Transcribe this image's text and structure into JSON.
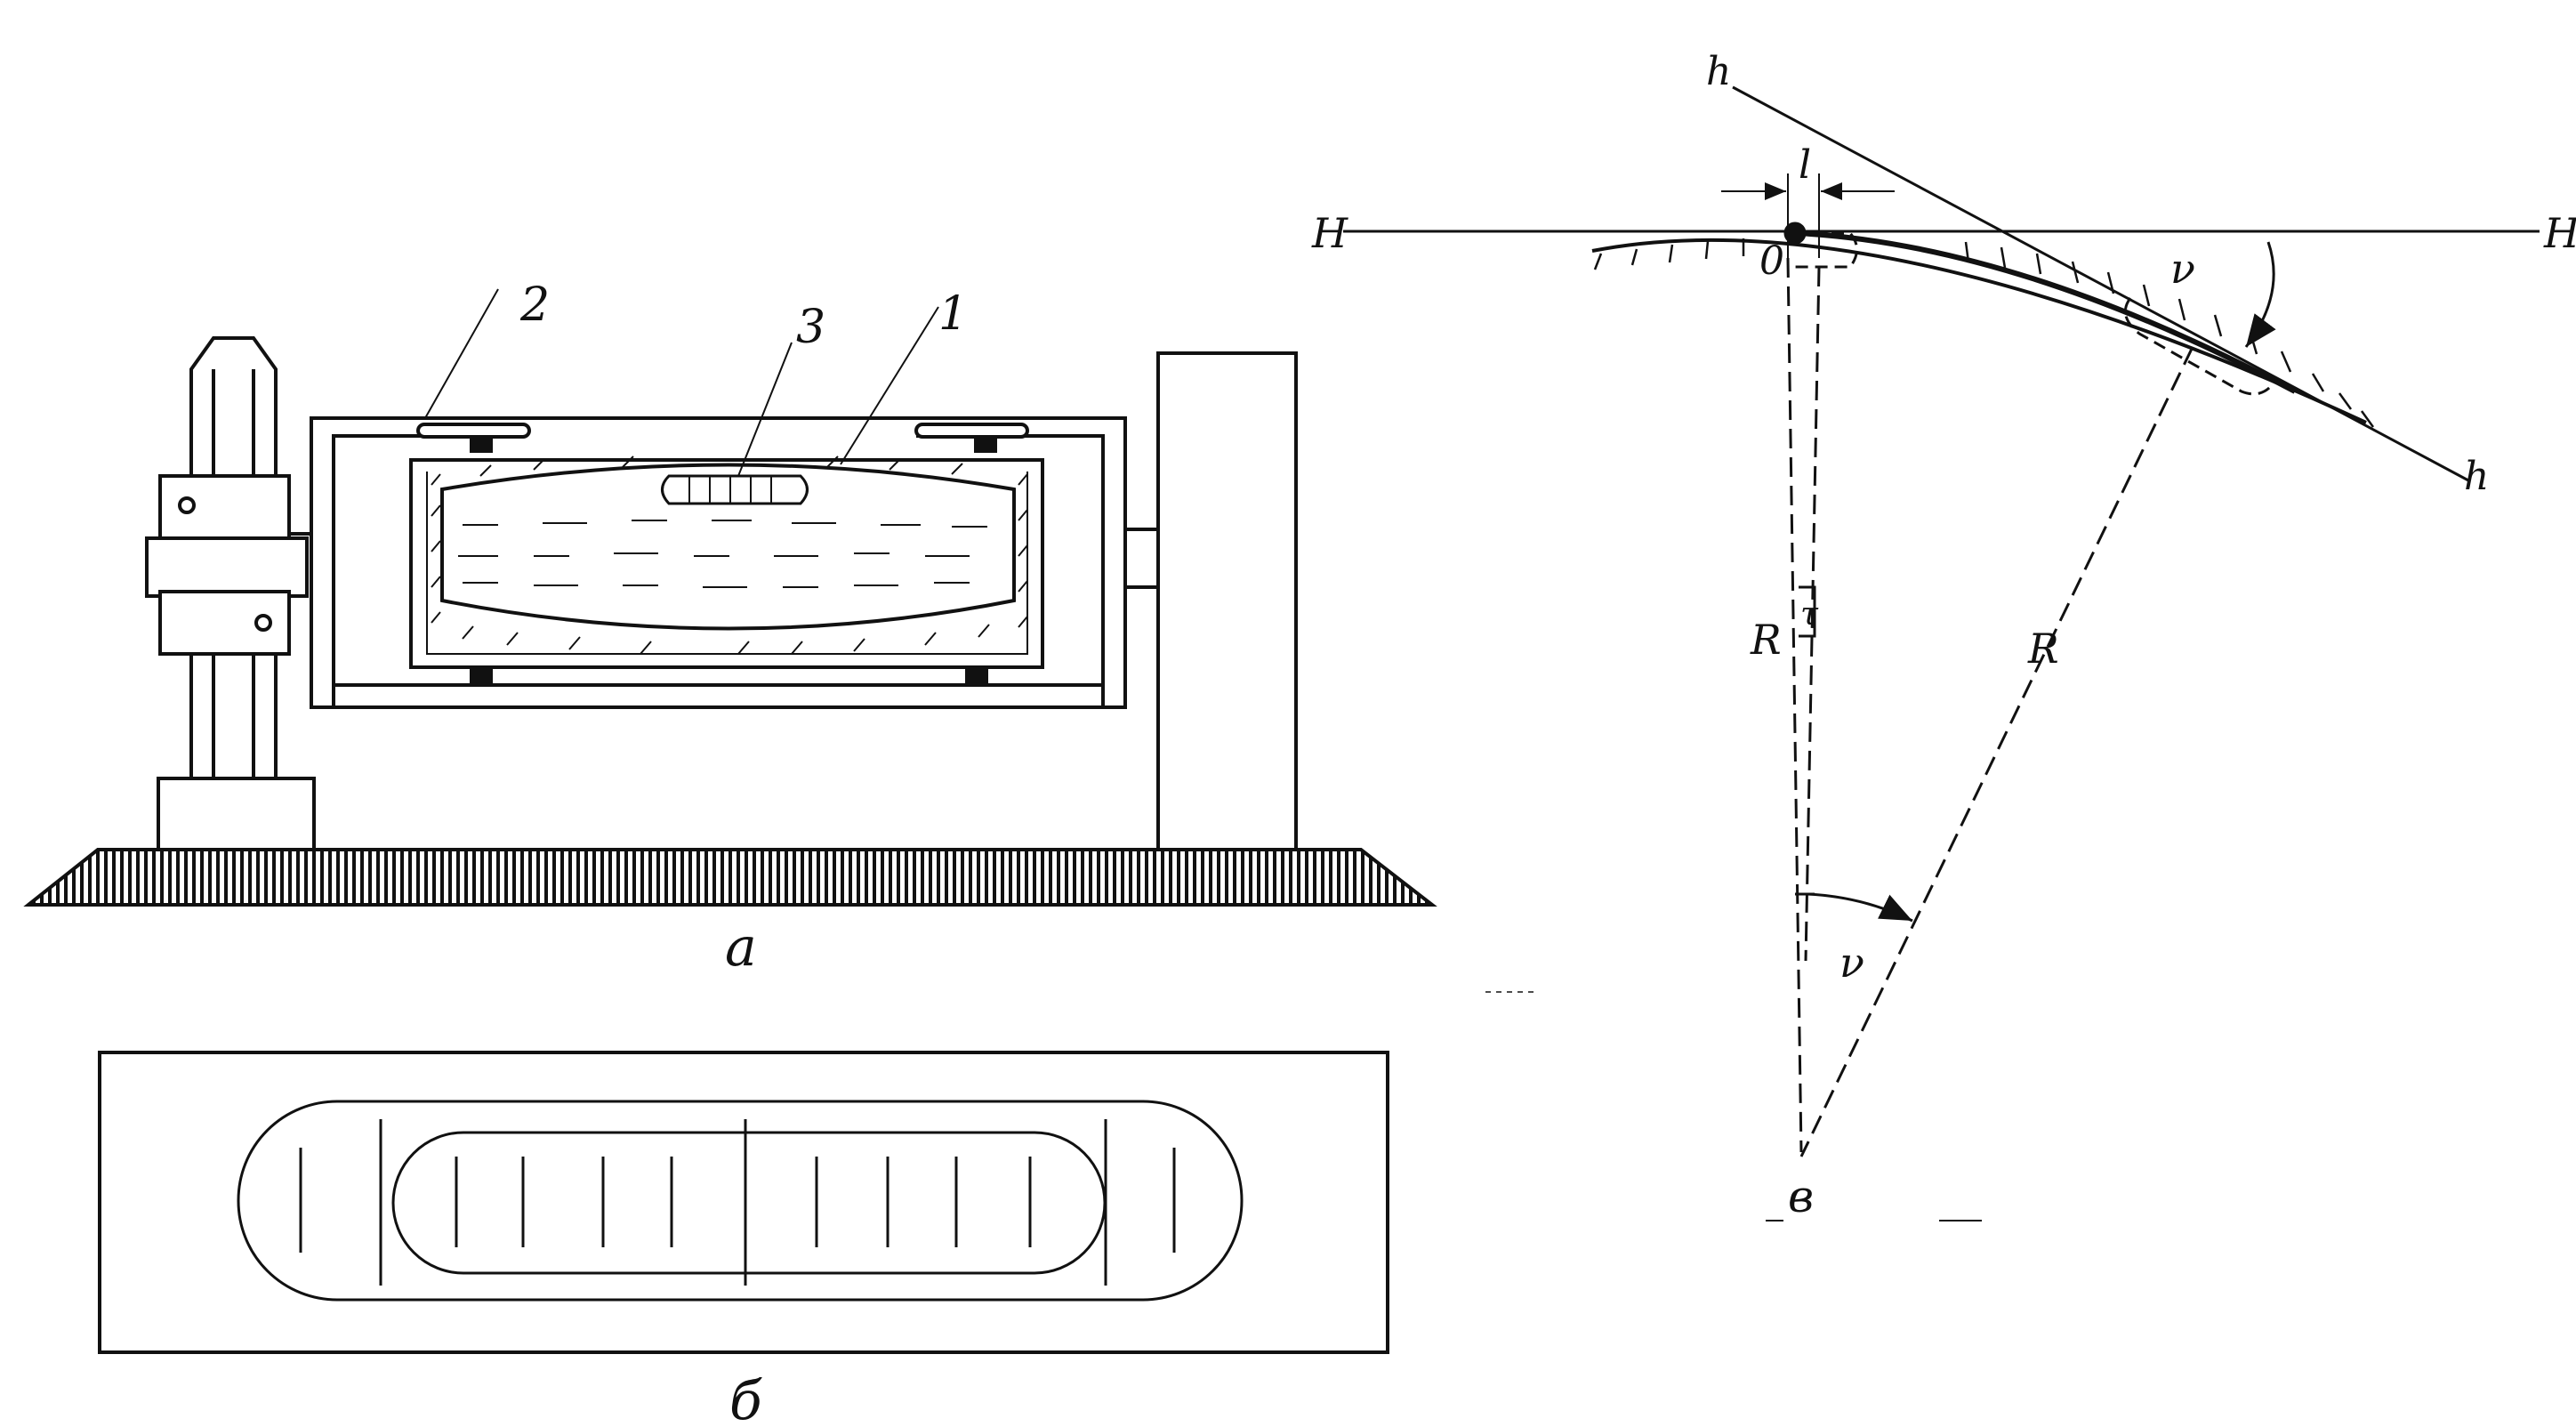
{
  "colors": {
    "ink": "#111111",
    "paper": "#ffffff"
  },
  "figure_a": {
    "caption": "а",
    "callouts": [
      "2",
      "3",
      "1"
    ]
  },
  "figure_b": {
    "caption": "б"
  },
  "figure_c": {
    "horizontal_left": "Н",
    "horizontal_right": "Н",
    "tangent_top": "h",
    "tangent_bottom": "h",
    "point_o": "0",
    "length_l": "l",
    "tau": "τ",
    "radius_left": "R",
    "radius_right": "R",
    "angle_top": "ν",
    "angle_bottom": "ν",
    "center": "в"
  }
}
